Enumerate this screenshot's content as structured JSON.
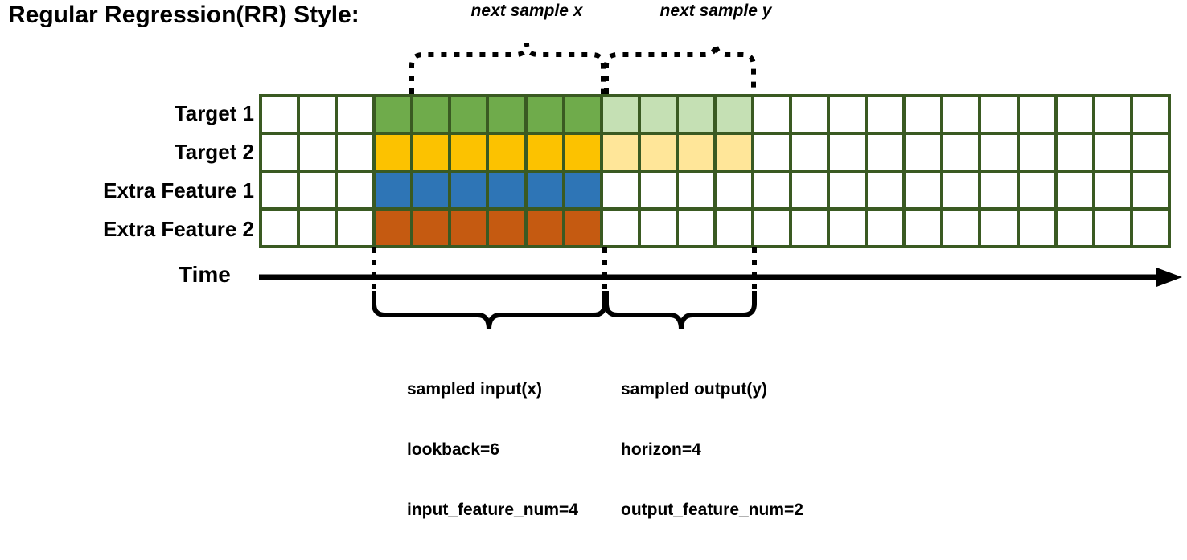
{
  "title": "Regular Regression(RR) Style:",
  "row_labels": [
    "Target 1",
    "Target 2",
    "Extra Feature 1",
    "Extra Feature 2"
  ],
  "axis": {
    "label": "Time",
    "arrow_icon": "right-arrow-icon"
  },
  "annotations": {
    "next_sample_x": "next sample x",
    "next_sample_y": "next sample y"
  },
  "captions": {
    "input": {
      "line1": "sampled input(x)",
      "line2": "lookback=6",
      "line3": "input_feature_num=4"
    },
    "output": {
      "line1": "sampled output(y)",
      "line2": "horizon=4",
      "line3": "output_feature_num=2"
    }
  },
  "grid": {
    "columns": 24,
    "rows": 4,
    "border_color": "#3A5A22",
    "pattern": [
      [
        "white",
        "white",
        "white",
        "green",
        "green",
        "green",
        "green",
        "green",
        "green",
        "green-lt",
        "green-lt",
        "green-lt",
        "green-lt",
        "white",
        "white",
        "white",
        "white",
        "white",
        "white",
        "white",
        "white",
        "white",
        "white",
        "white"
      ],
      [
        "white",
        "white",
        "white",
        "gold",
        "gold",
        "gold",
        "gold",
        "gold",
        "gold",
        "gold-lt",
        "gold-lt",
        "gold-lt",
        "gold-lt",
        "white",
        "white",
        "white",
        "white",
        "white",
        "white",
        "white",
        "white",
        "white",
        "white",
        "white"
      ],
      [
        "white",
        "white",
        "white",
        "blue",
        "blue",
        "blue",
        "blue",
        "blue",
        "blue",
        "white",
        "white",
        "white",
        "white",
        "white",
        "white",
        "white",
        "white",
        "white",
        "white",
        "white",
        "white",
        "white",
        "white",
        "white"
      ],
      [
        "white",
        "white",
        "white",
        "orange",
        "orange",
        "orange",
        "orange",
        "orange",
        "orange",
        "white",
        "white",
        "white",
        "white",
        "white",
        "white",
        "white",
        "white",
        "white",
        "white",
        "white",
        "white",
        "white",
        "white",
        "white"
      ]
    ],
    "colors": {
      "green": "#6FAB4B",
      "green_light": "#C5E0B4",
      "gold": "#FCC200",
      "gold_light": "#FFE699",
      "blue": "#2E75B6",
      "orange": "#C55A11",
      "white": "#FFFFFF"
    }
  }
}
